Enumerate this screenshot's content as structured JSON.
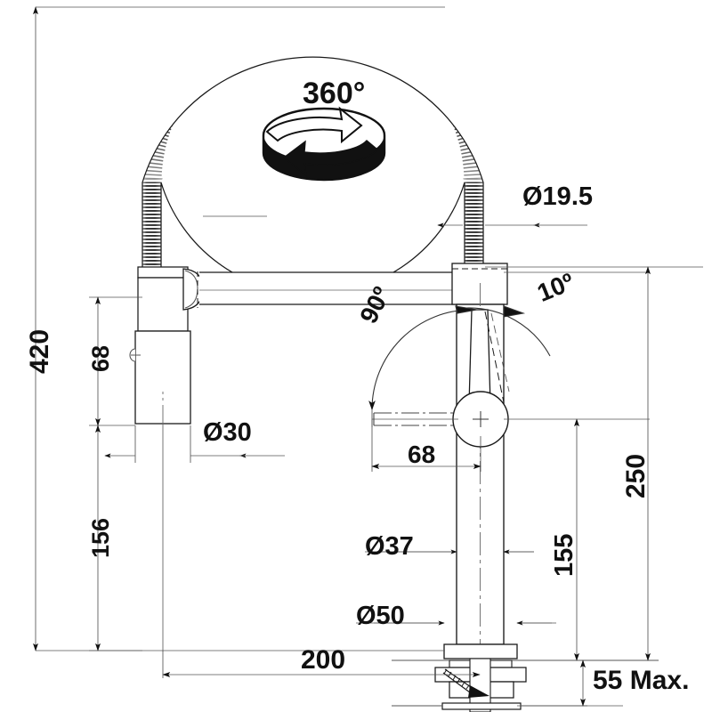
{
  "drawing": {
    "title": "Kitchen mixer tap with pull-out spray — dimensioned technical drawing",
    "units": "mm",
    "line_color": "#1a1a1a",
    "dim_line_color": "#555555",
    "hatch_color": "#2b2b2b",
    "background": "#ffffff"
  },
  "annotations": {
    "rotation_symbol": {
      "label": "360°",
      "name": "rotation-360-symbol"
    },
    "swivel_arc": {
      "label": "90º",
      "name": "swivel-90-arc"
    },
    "tilt_arc": {
      "label": "10º",
      "name": "tilt-10-arc"
    }
  },
  "dimensions": {
    "overall_height": {
      "label": "420",
      "orientation": "vertical",
      "name": "dim-overall-height-420"
    },
    "spray_head_height": {
      "label": "68",
      "orientation": "vertical",
      "name": "dim-spray-head-68"
    },
    "spray_head_clearance": {
      "label": "156",
      "orientation": "vertical",
      "name": "dim-spray-clearance-156"
    },
    "hose_diameter": {
      "label": "Ø19.5",
      "orientation": "horizontal",
      "name": "dim-hose-dia-19-5"
    },
    "spray_head_diameter": {
      "label": "Ø30",
      "orientation": "horizontal",
      "name": "dim-spray-head-dia-30"
    },
    "lever_offset": {
      "label": "68",
      "orientation": "horizontal",
      "name": "dim-lever-offset-68"
    },
    "body_diameter": {
      "label": "Ø37",
      "orientation": "horizontal",
      "name": "dim-body-dia-37"
    },
    "base_diameter": {
      "label": "Ø50",
      "orientation": "horizontal",
      "name": "dim-base-dia-50"
    },
    "lever_height": {
      "label": "250",
      "orientation": "vertical",
      "name": "dim-lever-height-250"
    },
    "spout_height": {
      "label": "155",
      "orientation": "vertical",
      "name": "dim-spout-height-155"
    },
    "reach": {
      "label": "200",
      "orientation": "horizontal",
      "name": "dim-reach-200"
    },
    "worktop_thickness": {
      "label": "55 Max.",
      "orientation": "vertical",
      "name": "dim-worktop-55-max"
    }
  }
}
